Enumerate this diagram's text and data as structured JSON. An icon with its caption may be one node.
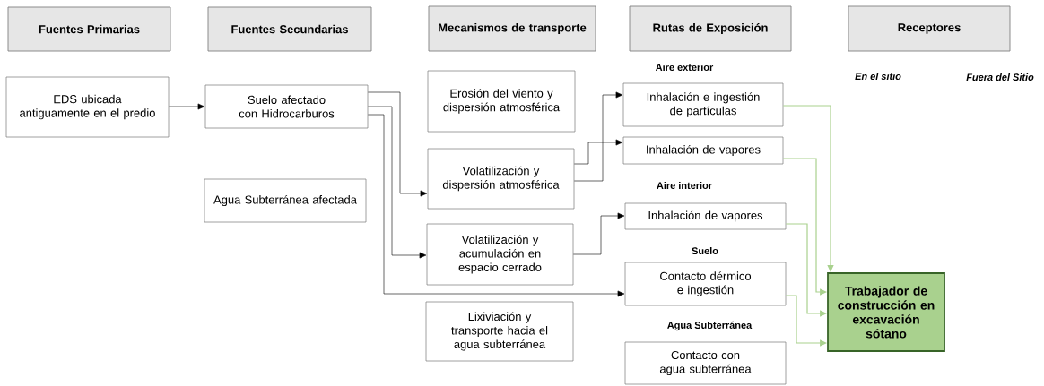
{
  "diagram": {
    "nodes": [
      {
        "text": [
          "Fuentes Primarias"
        ]
      },
      {
        "text": [
          "Fuentes Secundarias"
        ]
      },
      {
        "text": [
          "Mecanismos de transporte"
        ]
      },
      {
        "text": [
          "Rutas de Exposición"
        ]
      },
      {
        "text": [
          "Receptores"
        ]
      },
      {
        "text": [
          "EDS ubicada antiguamente en el predio"
        ]
      },
      {
        "text": [
          "Suelo afectado con Hidrocarburos"
        ]
      },
      {
        "text": [
          "Agua Subterránea afectada"
        ]
      },
      {
        "text": [
          "Erosión del viento y dispersión atmosférica"
        ]
      },
      {
        "text": [
          "Volatilización y dispersión atmosférica"
        ]
      },
      {
        "text": [
          "Volatilización y acumulación en espacio cerrado"
        ]
      },
      {
        "text": [
          "Lixiviación y transporte hacia el agua subterránea"
        ]
      },
      {
        "text": [
          "Inhalación e ingestión de partículas"
        ]
      },
      {
        "text": [
          "Inhalación de vapores"
        ]
      },
      {
        "text": [
          "Inhalación de vapores"
        ]
      },
      {
        "text": [
          "Contacto dérmico e ingestión"
        ]
      },
      {
        "text": [
          "Contacto con agua subterránea"
        ]
      },
      {
        "text": [
          "Trabajador de construcción en excavación sótano"
        ]
      }
    ],
    "edges": [
      {
        "from": 5,
        "to": 6,
        "arrow": "to"
      },
      {
        "from": 6,
        "to": 9,
        "arrow": "to"
      },
      {
        "from": 6,
        "to": 10,
        "arrow": "to"
      },
      {
        "from": 6,
        "to": 15,
        "arrow": "to"
      },
      {
        "from": 9,
        "to": 12,
        "arrow": "to"
      },
      {
        "from": 9,
        "to": 13,
        "arrow": "to"
      },
      {
        "from": 10,
        "to": 14,
        "arrow": "to"
      },
      {
        "from": 12,
        "to": 17,
        "arrow": "to",
        "color": "#a9d18e"
      },
      {
        "from": 13,
        "to": 17,
        "arrow": "to",
        "color": "#a9d18e"
      },
      {
        "from": 14,
        "to": 17,
        "arrow": "to",
        "color": "#a9d18e"
      },
      {
        "from": 15,
        "to": 17,
        "arrow": "to",
        "color": "#a9d18e"
      }
    ],
    "labels": [
      "Aire exterior",
      "En el sitio",
      "Fuera del Sitio",
      "Aire interior",
      "Suelo",
      "Agua Subterránea"
    ]
  }
}
